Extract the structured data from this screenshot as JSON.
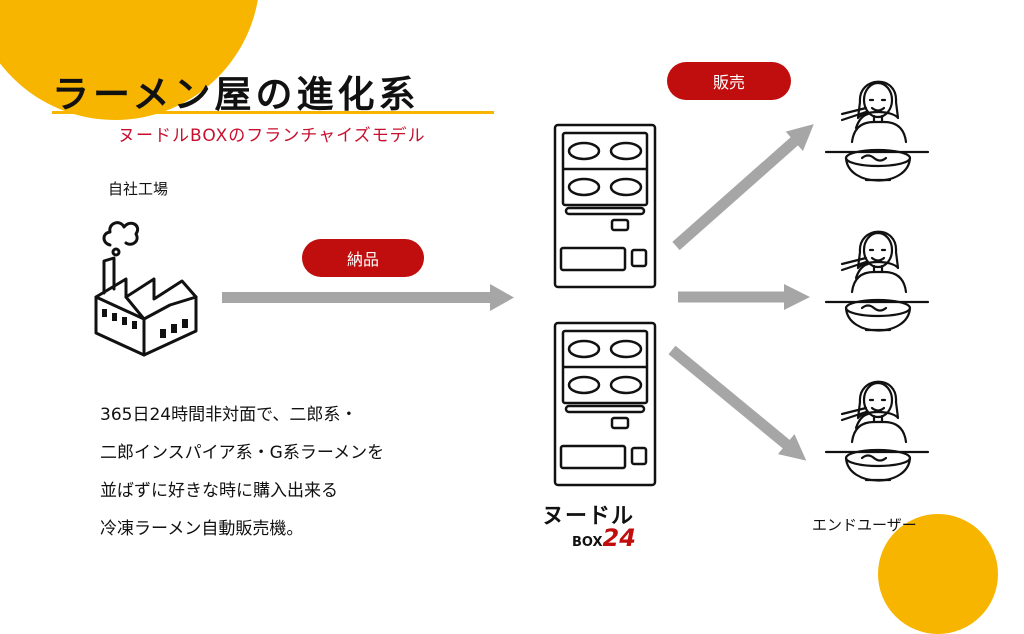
{
  "title": "ラーメン屋の進化系",
  "subtitle": "ヌードルBOXのフランチャイズモデル",
  "factory_label": "自社工場",
  "delivery_label": "納品",
  "sales_label": "販売",
  "description_lines": [
    "365日24時間非対面で、二郎系・",
    "二郎インスパイア系・G系ラーメンを",
    "並ばずに好きな時に購入出来る",
    "冷凍ラーメン自動販売機。"
  ],
  "brand": {
    "top": "ヌードル",
    "box": "BOX",
    "number": "24"
  },
  "enduser_label": "エンドユーザー",
  "colors": {
    "accent_yellow": "#f7b500",
    "accent_red": "#c00d0d",
    "subtitle_red": "#c8102e",
    "arrow_gray": "#a6a6a6"
  },
  "icons": [
    "factory-icon",
    "vending-machine-icon",
    "customer-eating-ramen-icon"
  ]
}
